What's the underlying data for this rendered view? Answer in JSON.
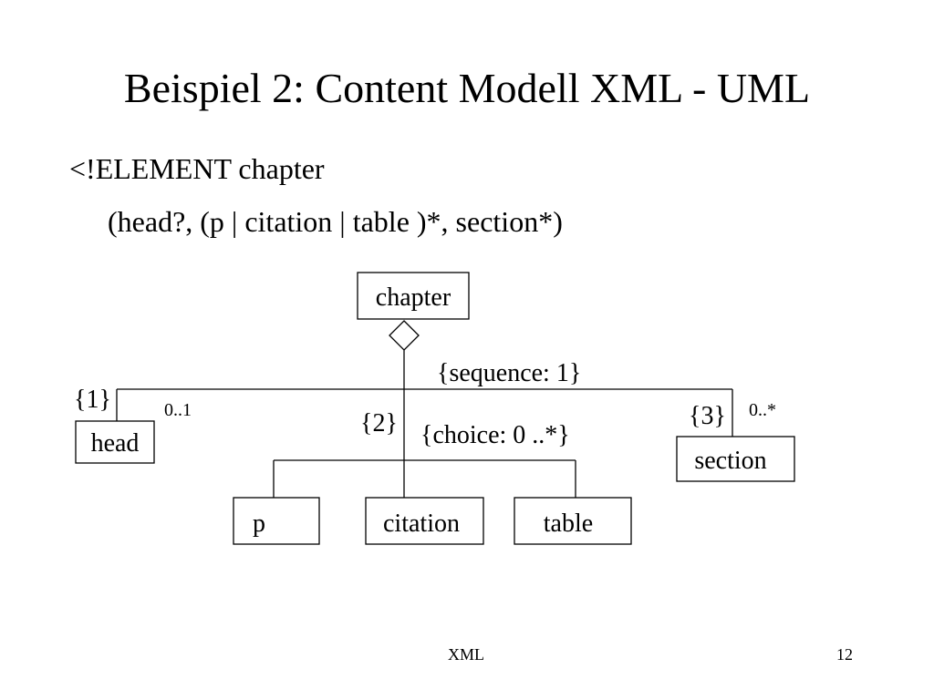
{
  "slide": {
    "title": "Beispiel 2: Content Modell XML - UML",
    "dtd_line1": "<!ELEMENT chapter",
    "dtd_line2": "(head?, (p | citation | table )*, section*)"
  },
  "diagram": {
    "classes": {
      "chapter": "chapter",
      "head": "head",
      "section": "section",
      "p": "p",
      "citation": "citation",
      "table": "table"
    },
    "constraints": {
      "sequence": "{sequence: 1}",
      "choice": "{choice: 0 ..*}",
      "order1": "{1}",
      "order2": "{2}",
      "order3": "{3}"
    },
    "multiplicities": {
      "head": "0..1",
      "section": "0..*"
    }
  },
  "footer": {
    "topic": "XML",
    "page_number": "12"
  }
}
